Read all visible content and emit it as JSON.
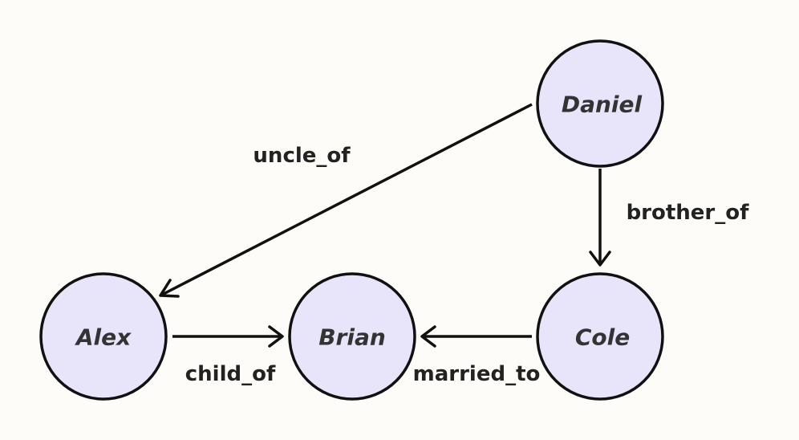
{
  "nodes": {
    "daniel": {
      "label": "Daniel"
    },
    "alex": {
      "label": "Alex"
    },
    "brian": {
      "label": "Brian"
    },
    "cole": {
      "label": "Cole"
    }
  },
  "edges": {
    "uncle_of": {
      "label": "uncle_of",
      "from": "Daniel",
      "to": "Alex"
    },
    "brother_of": {
      "label": "brother_of",
      "from": "Daniel",
      "to": "Cole"
    },
    "child_of": {
      "label": "child_of",
      "from": "Alex",
      "to": "Brian"
    },
    "married_to": {
      "label": "married_to",
      "from": "Cole",
      "to": "Brian"
    }
  },
  "colors": {
    "node_fill": "#e8e5fb",
    "stroke": "#111111",
    "background": "#fdfcf9"
  }
}
